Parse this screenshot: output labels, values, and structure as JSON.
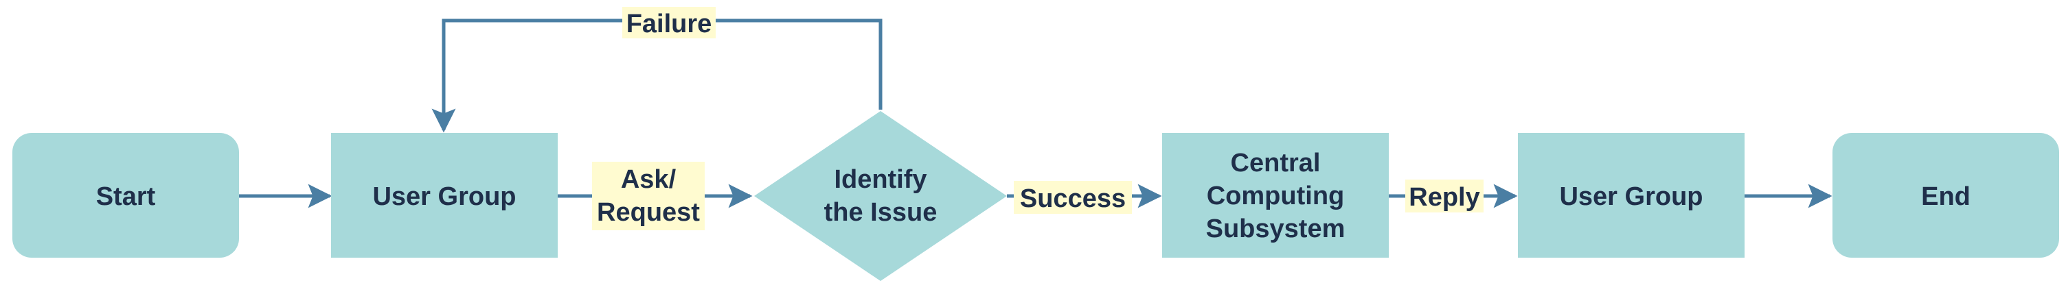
{
  "colors": {
    "node_fill": "#a7d9da",
    "arrow": "#4a7ea3",
    "text": "#1f2f4a",
    "label_bg": "#fffbd0"
  },
  "nodes": {
    "start": "Start",
    "user_group_1": "User Group",
    "identify_l1": "Identify",
    "identify_l2": "the Issue",
    "central_l1": "Central",
    "central_l2": "Computing",
    "central_l3": "Subsystem",
    "user_group_2": "User Group",
    "end": "End"
  },
  "edges": {
    "ask_l1": "Ask/",
    "ask_l2": "Request",
    "failure": "Failure",
    "success": "Success",
    "reply": "Reply"
  }
}
